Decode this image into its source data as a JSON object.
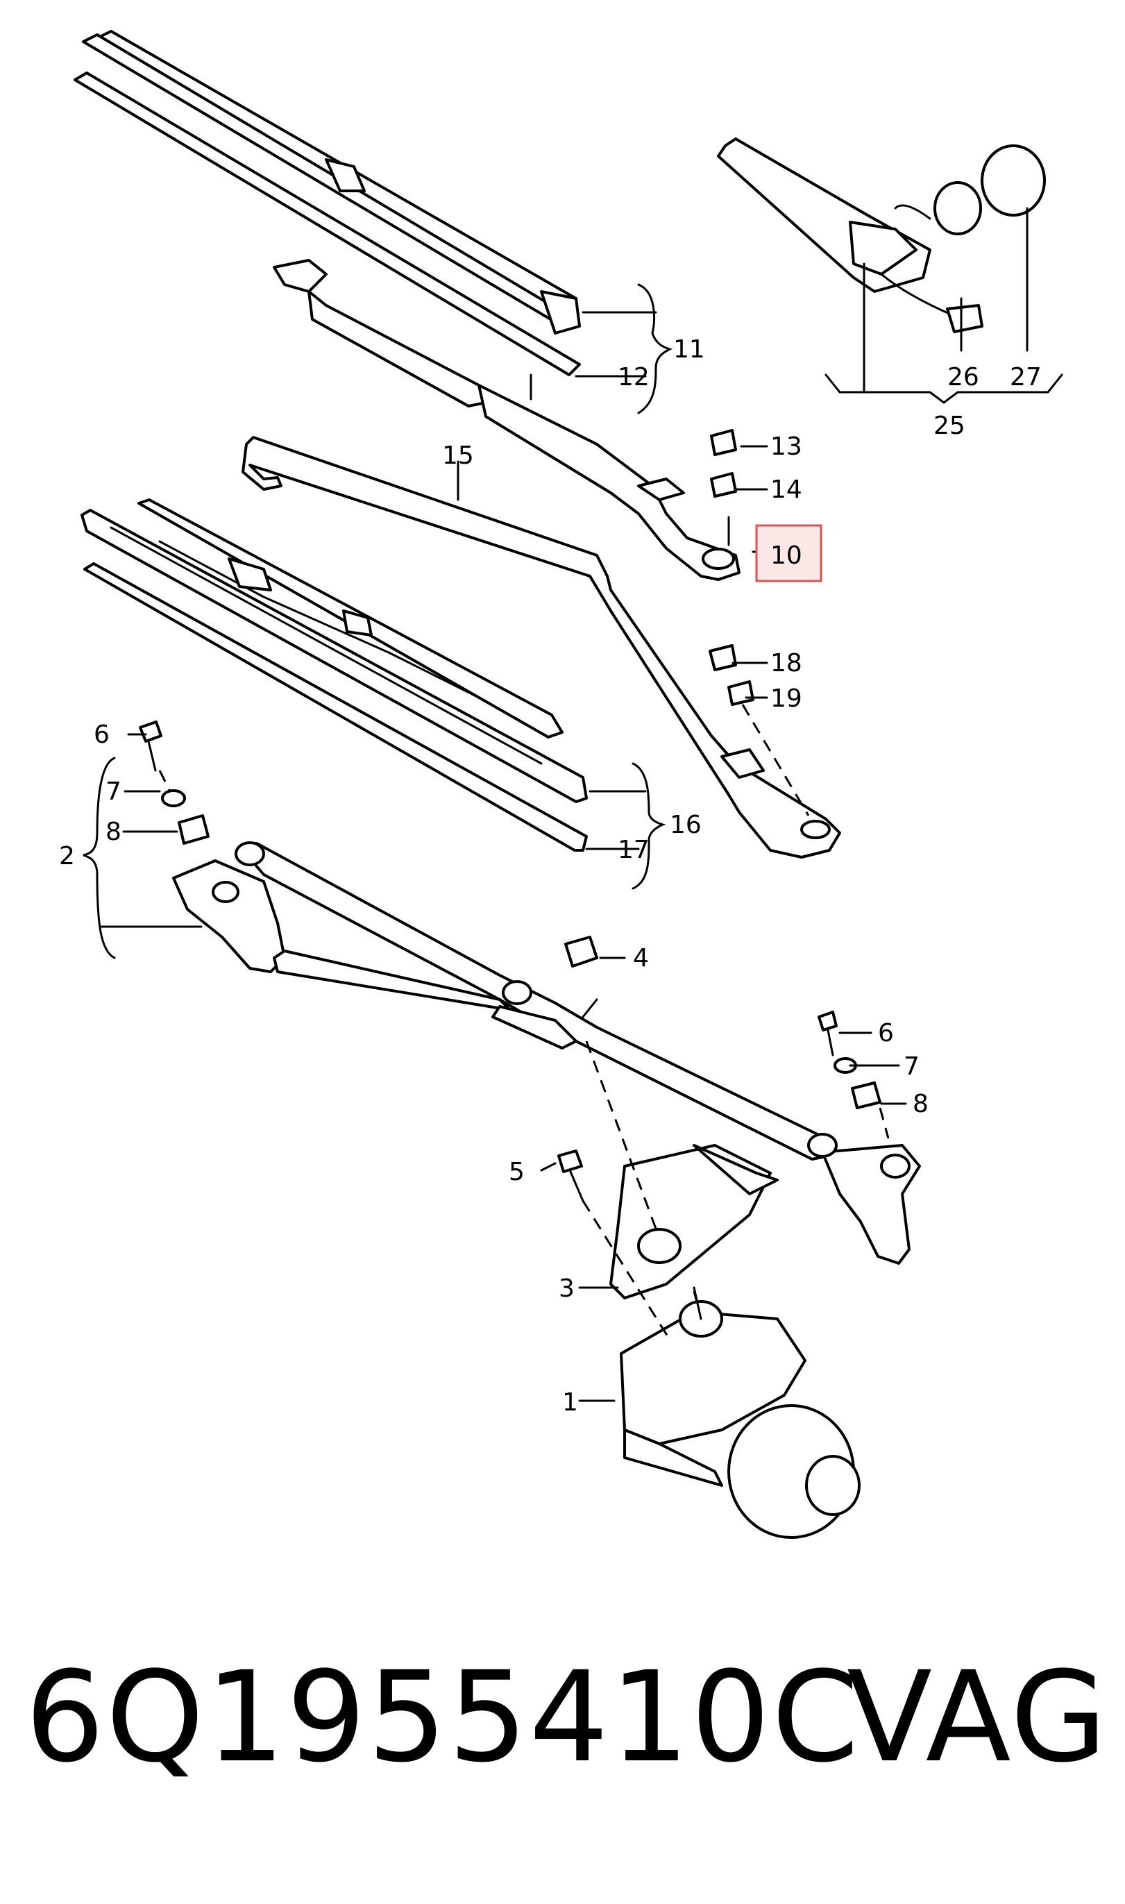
{
  "caption": {
    "part_number": "6Q1955410C",
    "brand": "VAG"
  },
  "callouts": {
    "l1": "1",
    "l2": "2",
    "l3": "3",
    "l4": "4",
    "l5": "5",
    "l6": "6",
    "l7": "7",
    "l8": "8",
    "l10": "10",
    "l11": "11",
    "l12": "12",
    "l13": "13",
    "l14": "14",
    "l15": "15",
    "l16": "16",
    "l17": "17",
    "l18": "18",
    "l19": "19",
    "l25": "25",
    "l26": "26",
    "l27": "27"
  },
  "highlight": {
    "callout": "10",
    "border_color": "#d9534f",
    "fill_color": "#fde8e8"
  }
}
